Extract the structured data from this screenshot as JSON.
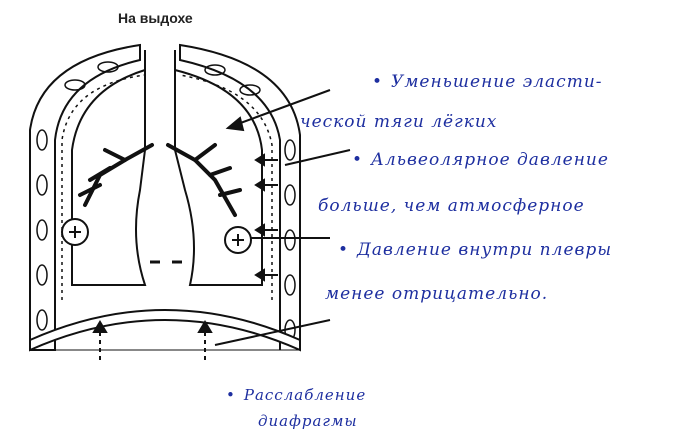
{
  "title": "На выдохе",
  "notes": {
    "n1_line1": "Уменьшение эласти-",
    "n1_line2": "ческой тяги лёгких",
    "n2_line1": "Альвеолярное давление",
    "n2_line2": "больше, чем атмосферное",
    "n3_line1": "Давление внутри плевры",
    "n3_line2": "менее отрицательно.",
    "n4_line1": "Расслабление",
    "n4_line2": "диафрагмы"
  },
  "colors": {
    "ink": "#1e2fa0",
    "drawing": "#111111"
  }
}
